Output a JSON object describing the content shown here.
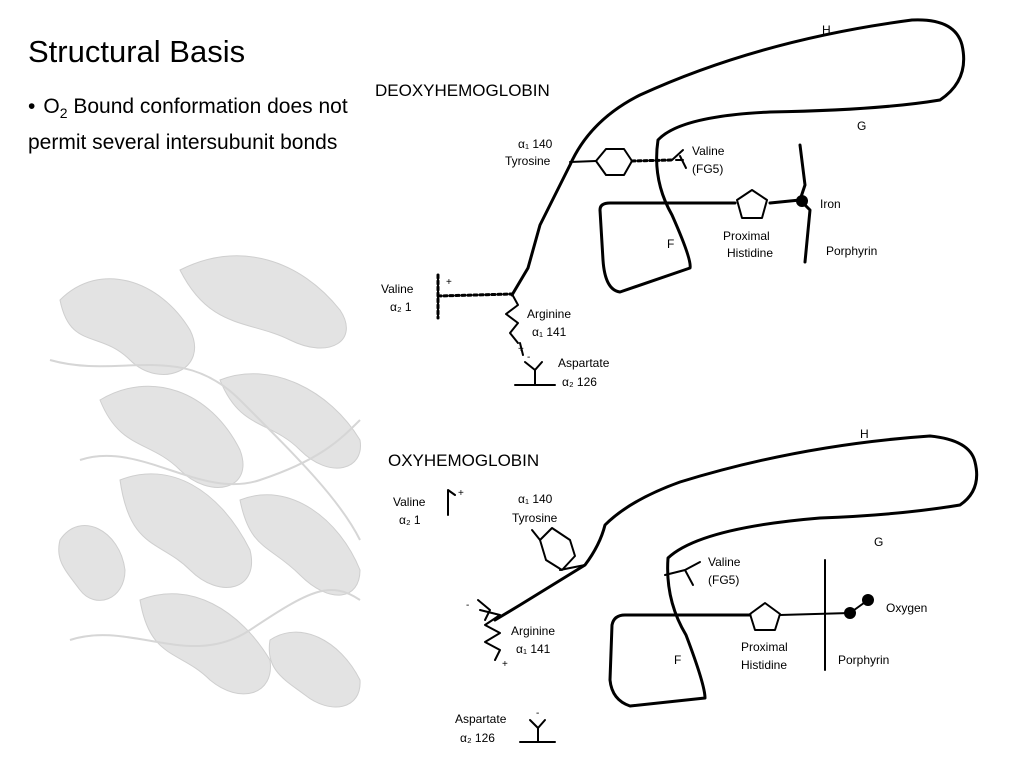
{
  "slide": {
    "title": "Structural Basis",
    "bullet": {
      "marker": "•",
      "prefix": "O",
      "subscript": "2",
      "text": " Bound conformation does not permit several intersubunit bonds"
    }
  },
  "deoxy": {
    "heading": "DEOXYHEMOGLOBIN",
    "helix_h": "H",
    "helix_g": "G",
    "helix_f": "F",
    "tyrosine_top": "α₁ 140",
    "tyrosine_bottom": "Tyrosine",
    "valine_fg5_top": "Valine",
    "valine_fg5_bottom": "(FG5)",
    "iron": "Iron",
    "porphyrin": "Porphyrin",
    "histidine_top": "Proximal",
    "histidine_bottom": "Histidine",
    "valine_a2_top": "Valine",
    "valine_a2_bottom": "α₂ 1",
    "arginine_top": "Arginine",
    "arginine_bottom": "α₁ 141",
    "aspartate_top": "Aspartate",
    "aspartate_bottom": "α₂  126",
    "plus": "+",
    "minus": "-"
  },
  "oxy": {
    "heading": "OXYHEMOGLOBIN",
    "helix_h": "H",
    "helix_g": "G",
    "helix_f": "F",
    "valine_a2_top": "Valine",
    "valine_a2_bottom": "α₂ 1",
    "tyrosine_top": "α₁ 140",
    "tyrosine_bottom": "Tyrosine",
    "valine_fg5_top": "Valine",
    "valine_fg5_bottom": "(FG5)",
    "oxygen": "Oxygen",
    "porphyrin": "Porphyrin",
    "histidine_top": "Proximal",
    "histidine_bottom": "Histidine",
    "arginine_top": "Arginine",
    "arginine_bottom": "α₁ 141",
    "aspartate_top": "Aspartate",
    "aspartate_bottom": "α₂  126",
    "plus": "+",
    "minus": "-"
  }
}
